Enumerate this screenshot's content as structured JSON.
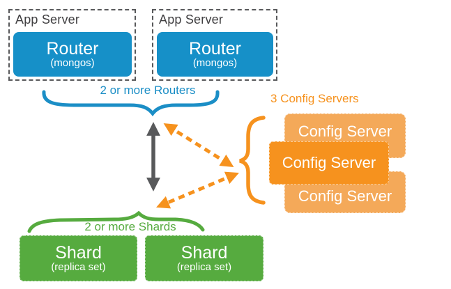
{
  "labels": {
    "routers_group": "2 or more Routers",
    "configs_group": "3 Config Servers",
    "shards_group": "2 or more Shards"
  },
  "app_servers": [
    {
      "label": "App Server",
      "router_title": "Router",
      "router_subtitle": "(mongos)"
    },
    {
      "label": "App Server",
      "router_title": "Router",
      "router_subtitle": "(mongos)"
    }
  ],
  "config_servers": [
    "Config Server",
    "Config Server",
    "Config Server"
  ],
  "shards": [
    {
      "title": "Shard",
      "subtitle": "(replica set)"
    },
    {
      "title": "Shard",
      "subtitle": "(replica set)"
    }
  ],
  "colors": {
    "router_blue": "#1690C8",
    "label_blue": "#1B8EC6",
    "shard_green": "#56AB3F",
    "config_orange": "#F6921E",
    "config_orange_light": "#F4A959",
    "arrow_gray": "#58595B",
    "text_dark": "#414042"
  }
}
